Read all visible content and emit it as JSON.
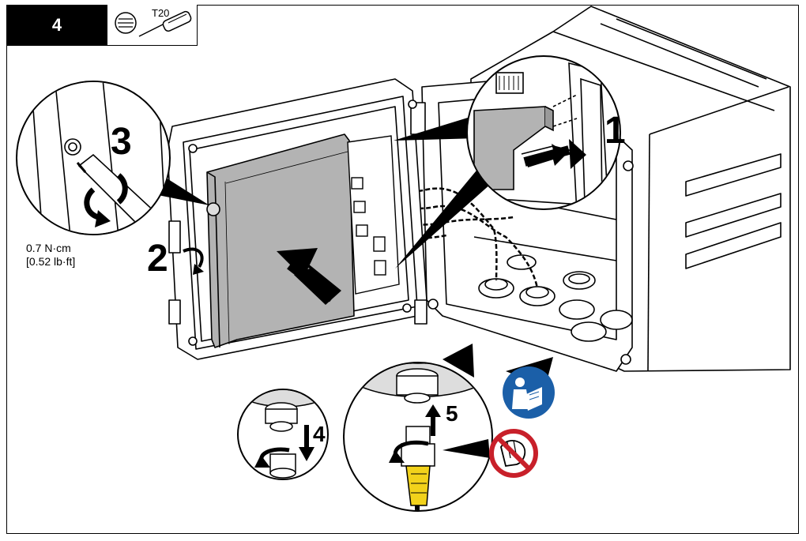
{
  "step": {
    "number": "4"
  },
  "tool": {
    "label": "T20",
    "icon": "torx-screwdriver-icon"
  },
  "callouts": [
    "1",
    "2",
    "3",
    "4",
    "5"
  ],
  "torque": {
    "line1": "0.7 N·cm",
    "line2": "[0.52 lb·ft]"
  },
  "colors": {
    "mandatory_blue": "#1b5fa8",
    "prohibited_red": "#c8202a",
    "connector_yellow": "#f2d21b",
    "panel_gray": "#b3b3b3"
  },
  "icons": [
    "read-manual-icon",
    "no-pulling-icon"
  ]
}
